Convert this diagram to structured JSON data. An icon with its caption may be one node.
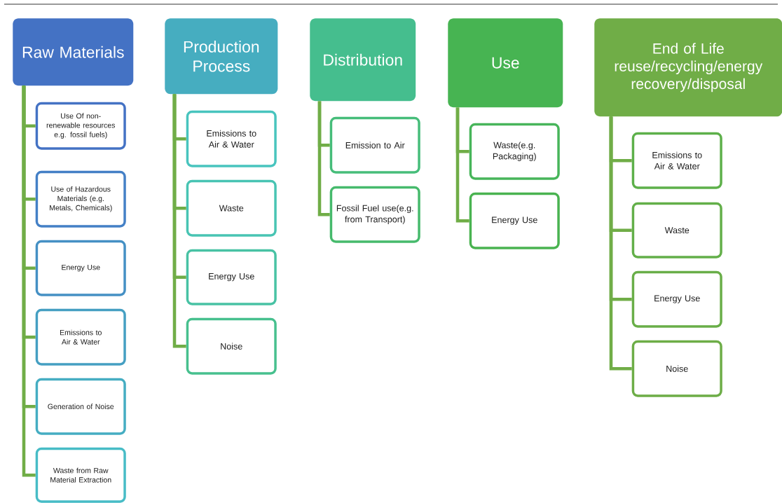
{
  "diagram": {
    "nodes": [
      {
        "text": [
          "Raw Materials"
        ]
      },
      {
        "text": [
          "Use Of non-renewable resources e.g. fossil fuels)"
        ]
      },
      {
        "text": [
          "Use of Hazardous Materials (e.g. Metals, Chemicals)"
        ]
      },
      {
        "text": [
          "Energy Use"
        ]
      },
      {
        "text": [
          "Emissions to Air & Water"
        ]
      },
      {
        "text": [
          "Generation of Noise"
        ]
      },
      {
        "text": [
          "Waste from Raw Material Extraction"
        ]
      },
      {
        "text": [
          "Production Process"
        ]
      },
      {
        "text": [
          "Emissions to Air & Water"
        ]
      },
      {
        "text": [
          "Waste"
        ]
      },
      {
        "text": [
          "Energy Use"
        ]
      },
      {
        "text": [
          "Noise"
        ]
      },
      {
        "text": [
          "Distribution"
        ]
      },
      {
        "text": [
          "Emission to Air"
        ]
      },
      {
        "text": [
          "Fossil Fuel use(e.g. from Transport)"
        ]
      },
      {
        "text": [
          "Use"
        ]
      },
      {
        "text": [
          "Waste(e.g. Packaging)"
        ]
      },
      {
        "text": [
          "Energy Use"
        ]
      },
      {
        "text": [
          "End of Life reuse/recycling/energy recovery/disposal"
        ]
      },
      {
        "text": [
          "Emissions to Air & Water"
        ]
      },
      {
        "text": [
          "Waste"
        ]
      },
      {
        "text": [
          "Energy Use"
        ]
      },
      {
        "text": [
          "Noise"
        ]
      }
    ],
    "edges": [
      {
        "from": 0,
        "to": 1,
        "arrow": "none"
      },
      {
        "from": 0,
        "to": 2,
        "arrow": "none"
      },
      {
        "from": 0,
        "to": 3,
        "arrow": "none"
      },
      {
        "from": 0,
        "to": 4,
        "arrow": "none"
      },
      {
        "from": 0,
        "to": 5,
        "arrow": "none"
      },
      {
        "from": 0,
        "to": 6,
        "arrow": "none"
      },
      {
        "from": 7,
        "to": 8,
        "arrow": "none"
      },
      {
        "from": 7,
        "to": 9,
        "arrow": "none"
      },
      {
        "from": 7,
        "to": 10,
        "arrow": "none"
      },
      {
        "from": 7,
        "to": 11,
        "arrow": "none"
      },
      {
        "from": 12,
        "to": 13,
        "arrow": "none"
      },
      {
        "from": 12,
        "to": 14,
        "arrow": "none"
      },
      {
        "from": 15,
        "to": 16,
        "arrow": "none"
      },
      {
        "from": 15,
        "to": 17,
        "arrow": "none"
      },
      {
        "from": 18,
        "to": 19,
        "arrow": "none"
      },
      {
        "from": 18,
        "to": 20,
        "arrow": "none"
      },
      {
        "from": 18,
        "to": 21,
        "arrow": "none"
      },
      {
        "from": 18,
        "to": 22,
        "arrow": "none"
      }
    ]
  }
}
